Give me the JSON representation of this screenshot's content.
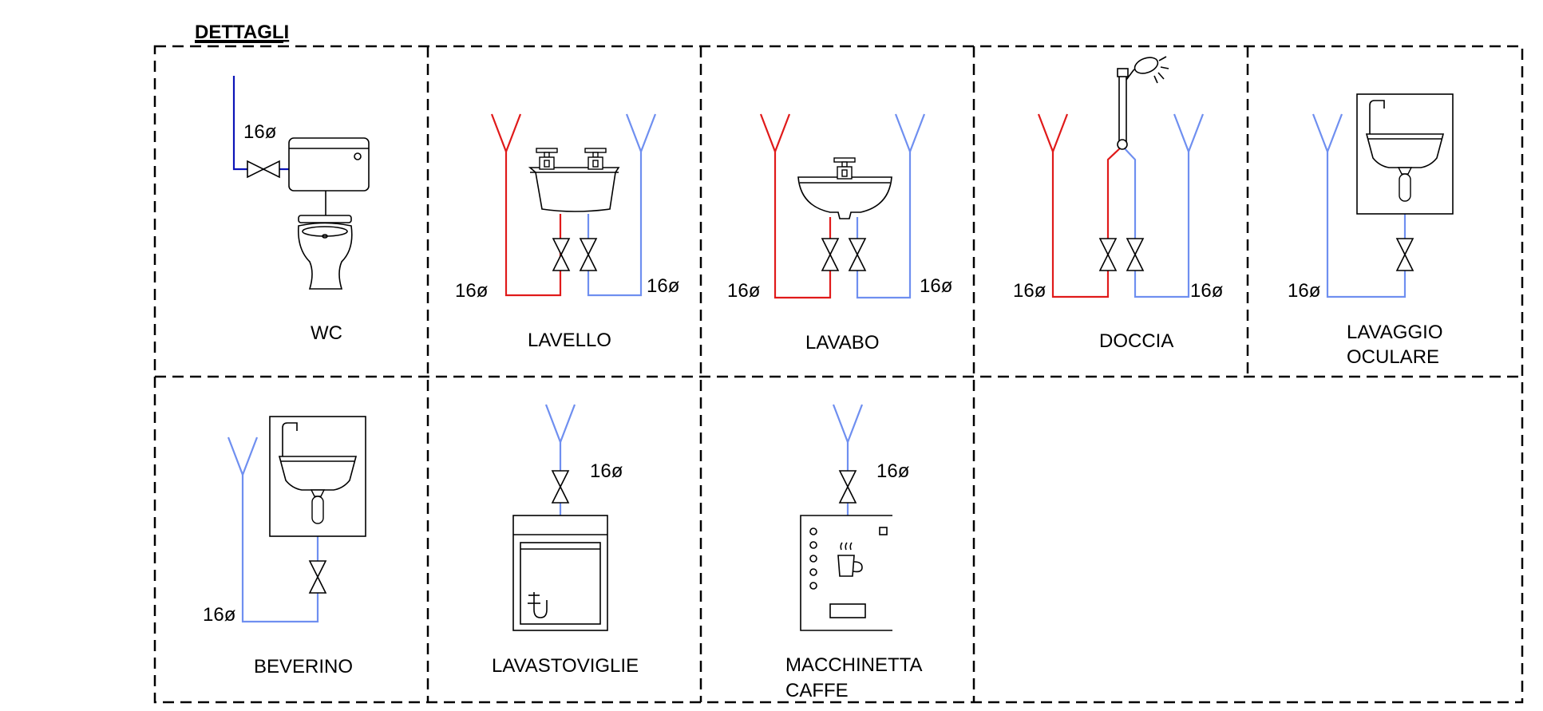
{
  "header": {
    "title": "DETTAGLI"
  },
  "fixtures": [
    {
      "id": "wc",
      "label": "WC",
      "size": "16ø"
    },
    {
      "id": "lavello",
      "label": "LAVELLO",
      "size_hot": "16ø",
      "size_cold": "16ø"
    },
    {
      "id": "lavabo",
      "label": "LAVABO",
      "size_hot": "16ø",
      "size_cold": "16ø"
    },
    {
      "id": "doccia",
      "label": "DOCCIA",
      "size_hot": "16ø",
      "size_cold": "16ø"
    },
    {
      "id": "lavaggio-oculare",
      "label_line1": "LAVAGGIO",
      "label_line2": "OCULARE",
      "size": "16ø"
    },
    {
      "id": "beverino",
      "label": "BEVERINO",
      "size": "16ø"
    },
    {
      "id": "lavastoviglie",
      "label": "LAVASTOVIGLIE",
      "size": "16ø"
    },
    {
      "id": "macchinetta-caffe",
      "label_line1": "MACCHINETTA",
      "label_line2": "CAFFE",
      "size": "16ø"
    }
  ],
  "colors": {
    "hot_water": "#e01a1a",
    "cold_water": "#6f8ff0",
    "supply_line": "#0c14b8",
    "grid": "#000000"
  }
}
